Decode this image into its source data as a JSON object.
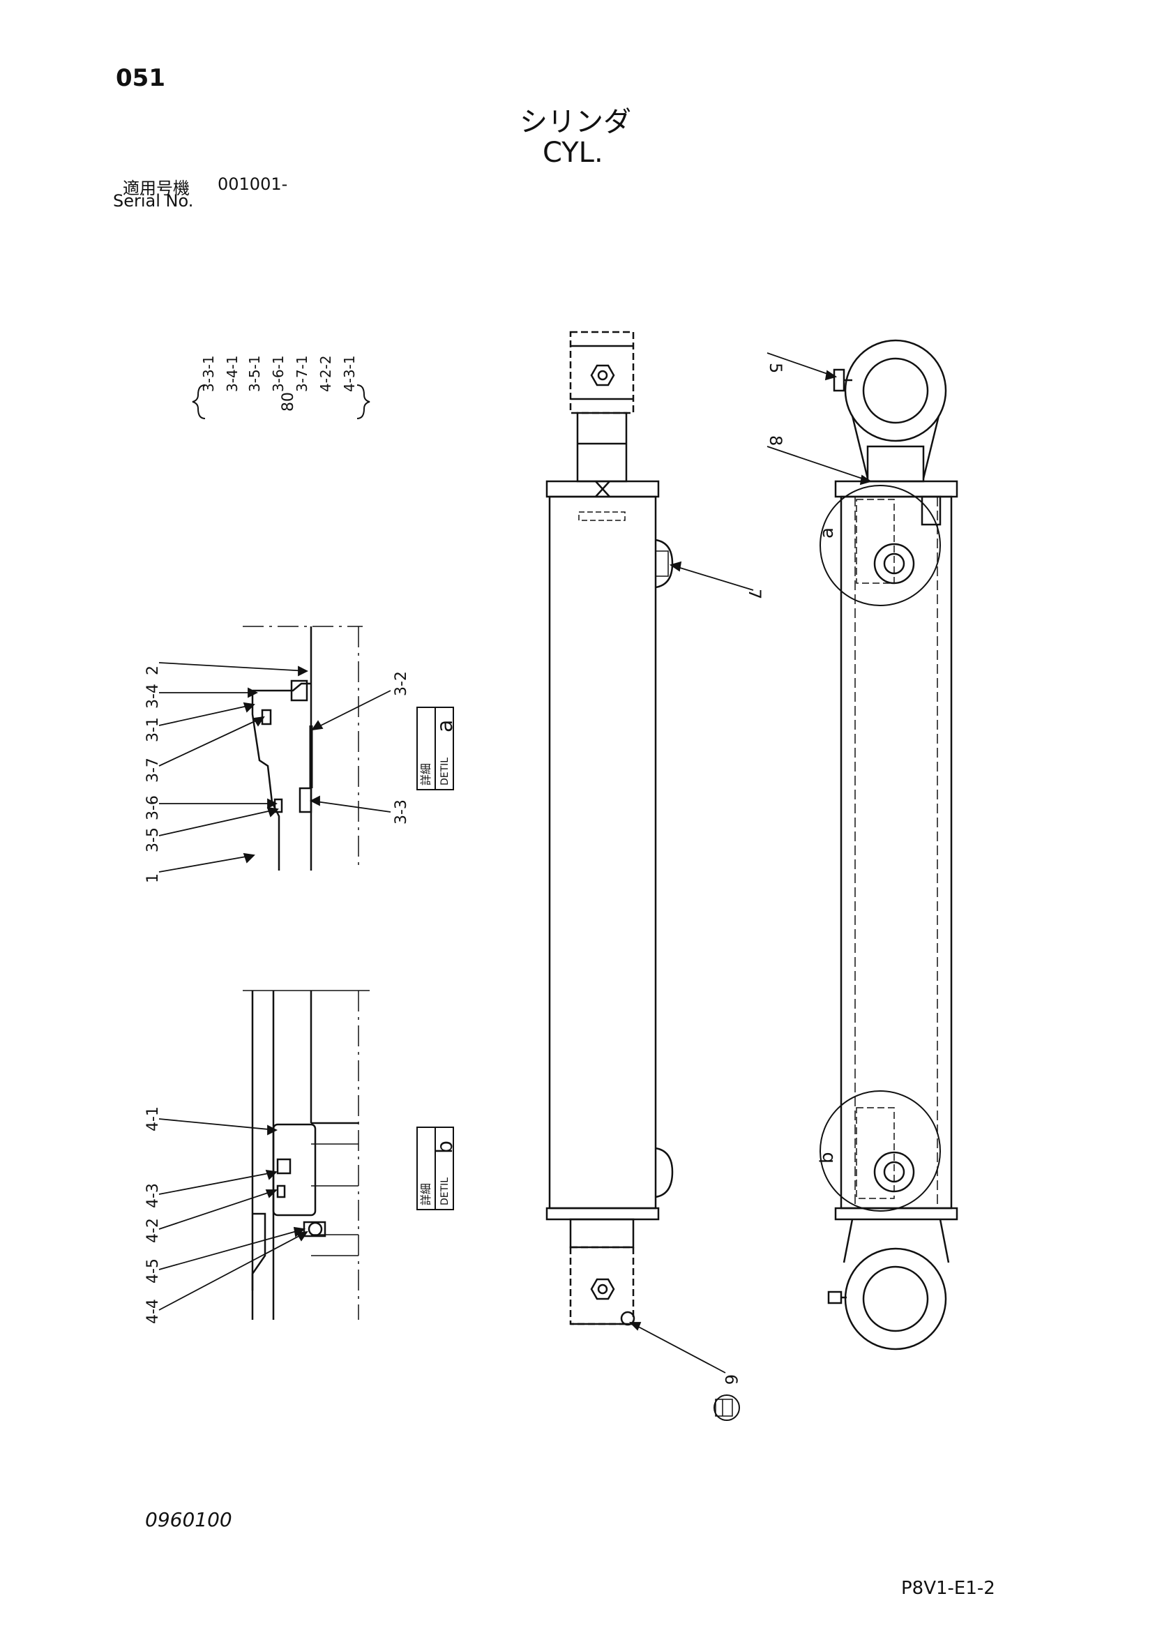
{
  "page": {
    "number": "051",
    "doc_code": "0960100",
    "drawing_code": "P8V1-E1-2"
  },
  "title": {
    "japanese": "シリンダ",
    "english": "CYL."
  },
  "serial": {
    "label_jp": "適用号機",
    "label_en": "Serial No.",
    "value": "001001-"
  },
  "kit": {
    "number": "80",
    "items": [
      "3-3-1",
      "3-4-1",
      "3-5-1",
      "3-6-1",
      "3-7-1",
      "4-2-2",
      "4-3-1"
    ]
  },
  "detail_a": {
    "tag_jp": "詳細",
    "tag_en": "DETIL",
    "letter": "a",
    "callouts_left": [
      "2",
      "3-4",
      "3-1",
      "3-7",
      "3-6",
      "3-5",
      "1"
    ],
    "callouts_right": [
      "3-2",
      "3-3"
    ]
  },
  "detail_b": {
    "tag_jp": "詳細",
    "tag_en": "DETIL",
    "letter": "b",
    "callouts_left": [
      "4-1",
      "4-3",
      "4-2",
      "4-5",
      "4-4"
    ]
  },
  "main_callouts": [
    "5",
    "8",
    "7",
    "6"
  ],
  "circle_labels": [
    "a",
    "b"
  ]
}
